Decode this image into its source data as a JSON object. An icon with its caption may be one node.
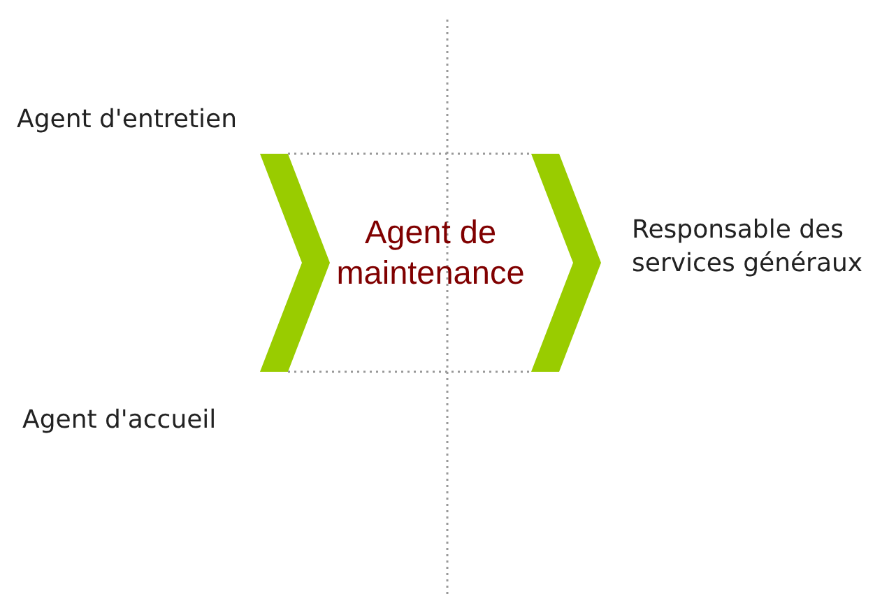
{
  "diagram": {
    "nodes": [
      {
        "text": [
          "Agent de maintenance"
        ]
      }
    ],
    "labels": [
      "Agent d'entretien",
      "Responsable des services généraux",
      "Agent d'accueil"
    ]
  }
}
